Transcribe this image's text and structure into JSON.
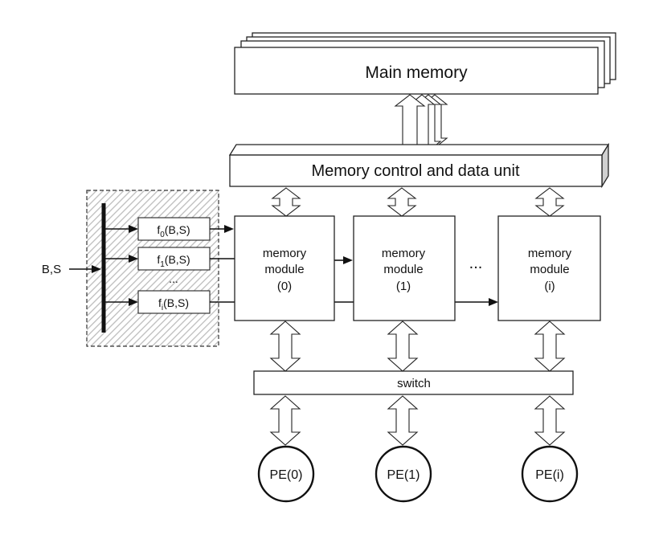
{
  "main_memory": {
    "label": "Main memory"
  },
  "control_unit": {
    "label": "Memory control and data unit"
  },
  "input": {
    "label": "B,S"
  },
  "functions": [
    {
      "base": "f",
      "sub": "0",
      "args": "(B,S)"
    },
    {
      "base": "f",
      "sub": "1",
      "args": "(B,S)"
    },
    {
      "base": "f",
      "sub": "i",
      "args": "(B,S)"
    }
  ],
  "function_ellipsis": "...",
  "modules": [
    {
      "line1": "memory",
      "line2": "module",
      "line3": "(0)"
    },
    {
      "line1": "memory",
      "line2": "module",
      "line3": "(1)"
    },
    {
      "line1": "memory",
      "line2": "module",
      "line3": "(i)"
    }
  ],
  "module_ellipsis": "...",
  "switch": {
    "label": "switch"
  },
  "processors": [
    {
      "label": "PE(0)"
    },
    {
      "label": "PE(1)"
    },
    {
      "label": "PE(i)"
    }
  ],
  "colors": {
    "stroke": "#222222",
    "hatch": "#bdbdbd",
    "background": "#ffffff"
  }
}
